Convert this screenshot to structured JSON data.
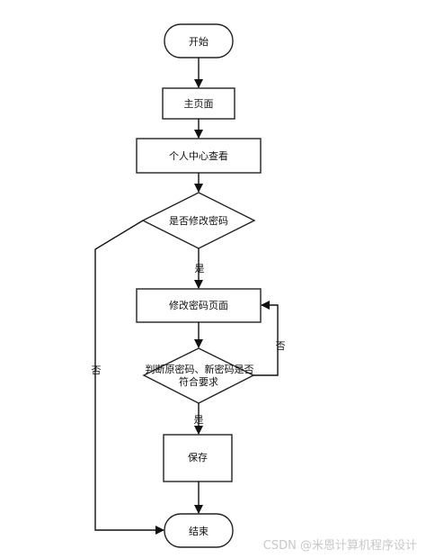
{
  "nodes": {
    "start": "开始",
    "main_page": "主页面",
    "profile": "个人中心查看",
    "decision_change": "是否修改密码",
    "change_page": "修改密码页面",
    "decision_valid_line1": "判断原密码、新密码是否",
    "decision_valid_line2": "符合要求",
    "save": "保存",
    "end": "结束"
  },
  "edges": {
    "yes_1": "是",
    "yes_2": "是",
    "no_loop": "否",
    "no_skip": "否"
  },
  "watermark": "CSDN @米恩计算机程序设计"
}
